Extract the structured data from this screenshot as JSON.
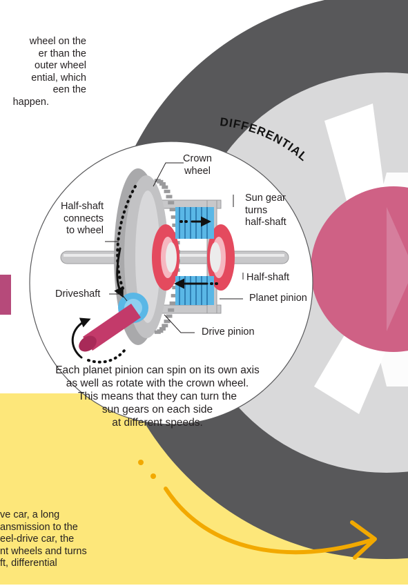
{
  "intro_text": {
    "lines": [
      "wheel on the",
      "er than the",
      "outer wheel",
      "ential, which",
      "een the",
      "happen."
    ]
  },
  "title": "DIFFERENTIAL",
  "labels": {
    "crown_wheel": [
      "Crown",
      "wheel"
    ],
    "sun_gear": [
      "Sun gear",
      "turns",
      "half-shaft"
    ],
    "half_shaft_connects": [
      "Half-shaft",
      "connects",
      "to wheel"
    ],
    "half_shaft": "Half-shaft",
    "planet_pinion": "Planet pinion",
    "driveshaft": "Driveshaft",
    "drive_pinion": "Drive pinion"
  },
  "caption": {
    "lines": [
      "Each planet pinion can spin on its own axis",
      "as well as rotate with the crown wheel.",
      "This means that they can turn the",
      "sun gears on each side",
      "at different speeds."
    ]
  },
  "bottom_text": {
    "lines": [
      "ve car, a long",
      "ansmission to the",
      "eel-drive car, the",
      "nt wheels and turns",
      "ft, differential"
    ]
  },
  "colors": {
    "tyre": "#58585a",
    "rim": "#d9d9da",
    "hub": "#cf6185",
    "yellow": "#fde77a",
    "orange_arrow": "#f2a900",
    "gear_pink": "#e44a5e",
    "gear_blue": "#5ab7e6",
    "driveshaft": "#c33a6a",
    "metal": "#c8c8ca"
  }
}
